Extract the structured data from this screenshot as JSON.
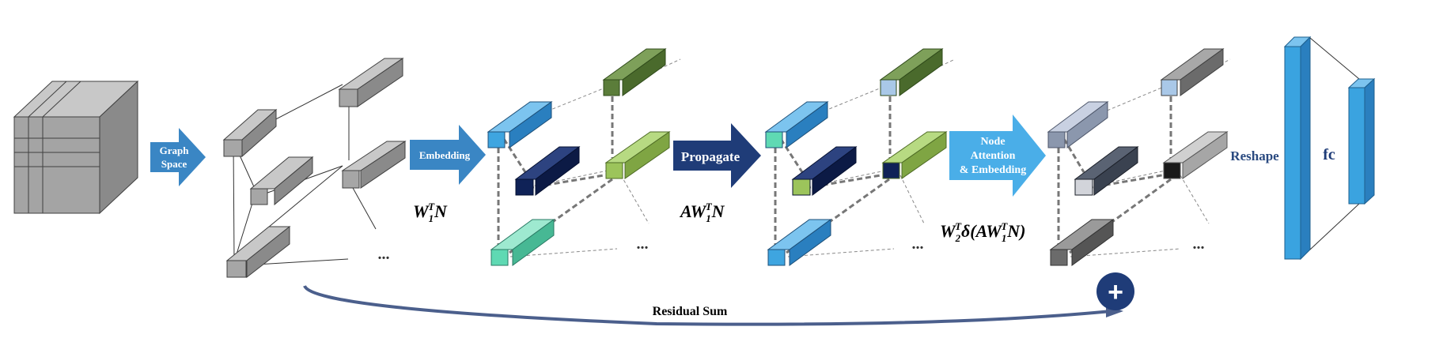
{
  "labels": {
    "graph_space": [
      "Graph",
      "Space"
    ],
    "embedding": "Embedding",
    "propagate": "Propagate",
    "node_attention": [
      "Node",
      "Attention",
      "& Embedding"
    ],
    "reshape": "Reshape",
    "fc": "fc",
    "residual_sum": "Residual Sum",
    "ellipsis": "...",
    "plus": "+"
  },
  "formulas": {
    "f1": {
      "base": "W",
      "sub": "1",
      "sup": "T",
      "tail": "N"
    },
    "f2": {
      "pre": "A",
      "base": "W",
      "sub": "1",
      "sup": "T",
      "tail": "N"
    },
    "f3": {
      "base": "W",
      "sub": "2",
      "sup": "T",
      "mid": "δ(A",
      "base2": "W",
      "sub2": "1",
      "sup2": "T",
      "tail": "N)"
    }
  },
  "colors": {
    "arrow_light": "#3a86c4",
    "arrow_dark": "#1f3c78",
    "arrow_bright": "#4aaee8",
    "residual": "#4b5f8c",
    "gray_block": "#a6a6a6",
    "sky": "#3ea5e0",
    "navy": "#0f2257",
    "mint": "#5fd9b3",
    "olive": "#5b7d3a",
    "lime": "#9cc45b",
    "pale_blue": "#a9c8e8",
    "slate": "#8b97ad",
    "charcoal": "#3a4250",
    "light_gray": "#d2d4da",
    "dark_gray": "#6b6b6b",
    "black": "#1a1a1a",
    "fc_blue": "#3aa3e0"
  }
}
